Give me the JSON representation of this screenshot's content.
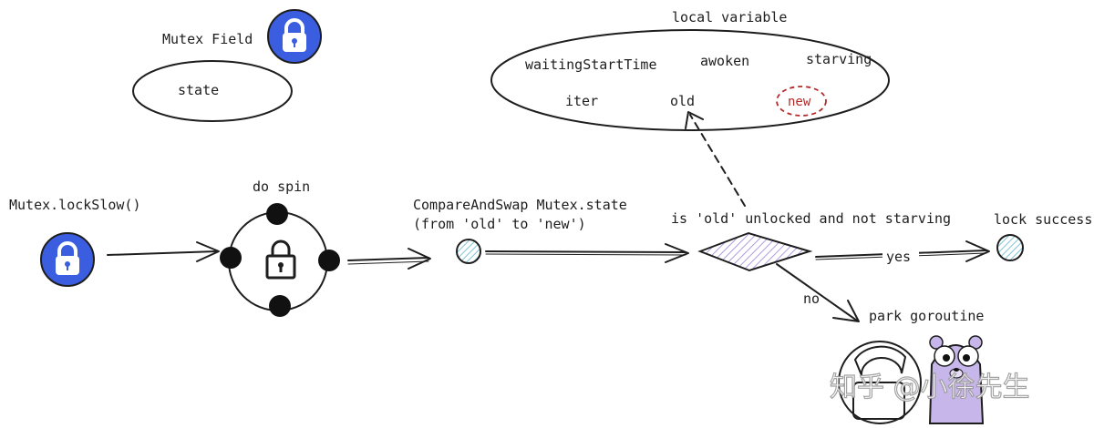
{
  "mutex_field": {
    "title": "Mutex Field",
    "state": "state"
  },
  "local_vars": {
    "title": "local variable",
    "waiting_start_time": "waitingStartTime",
    "awoken": "awoken",
    "starving": "starving",
    "iter": "iter",
    "old": "old",
    "new": "new"
  },
  "flow": {
    "lock_slow": "Mutex.lockSlow()",
    "do_spin": "do spin",
    "cas_line1": "CompareAndSwap Mutex.state",
    "cas_line2": "(from 'old' to 'new')",
    "condition": "is 'old' unlocked and not starving",
    "lock_success": "lock success",
    "yes": "yes",
    "no": "no",
    "park": "park goroutine"
  },
  "watermark": "知乎 @小徐先生",
  "colors": {
    "lock_blue": "#3b5ee0",
    "hatch_blue": "#7fc4d8",
    "hatch_purple": "#b9a4e6",
    "new_red": "#b22a2a",
    "gopher_purple": "#c7b6ea"
  },
  "icons": [
    "lock-icon",
    "padlock-icon",
    "gopher-icon",
    "parked-goroutine-icon"
  ]
}
